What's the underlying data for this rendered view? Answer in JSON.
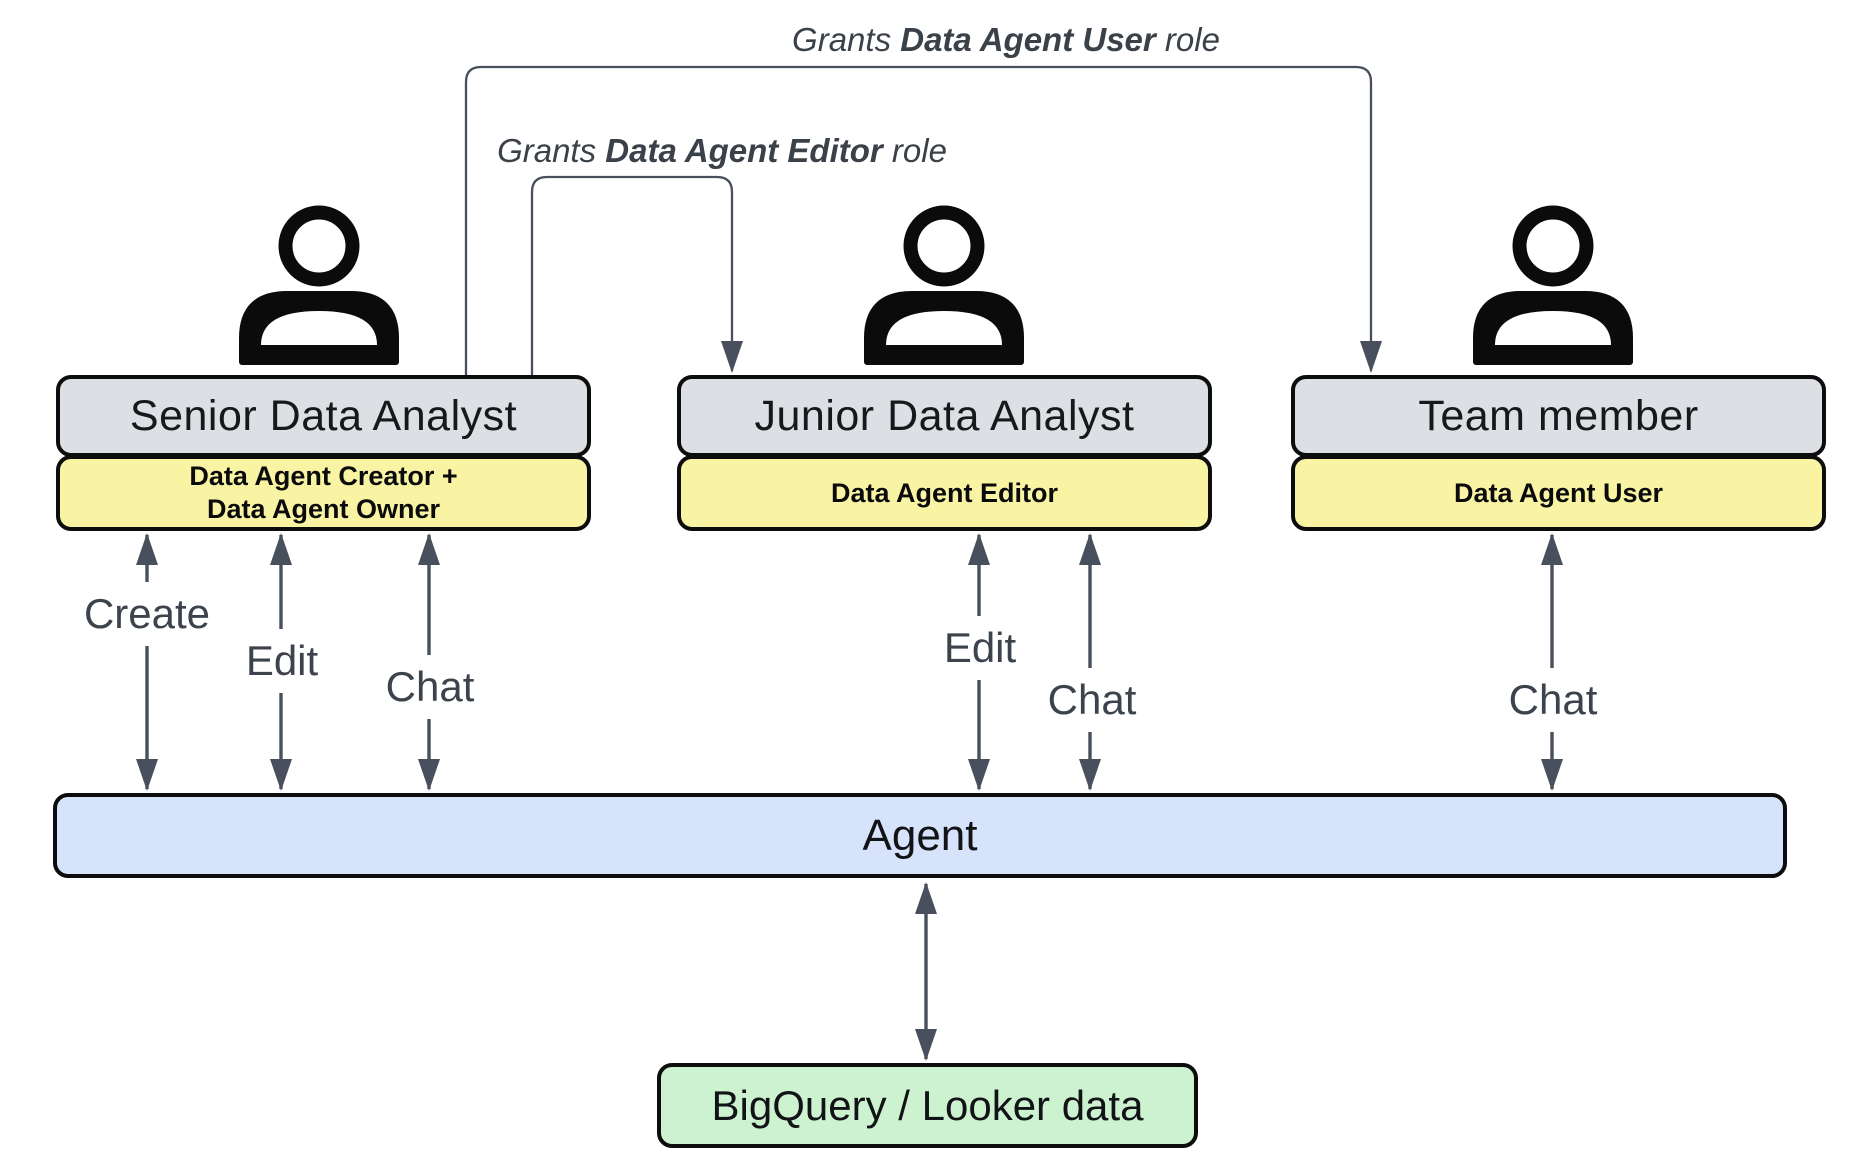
{
  "palette": {
    "box_border": "#0d0d0d",
    "connector": "#47505c",
    "actor_fill": "#dcdfe3",
    "role_fill": "#f9f4a4",
    "agent_fill": "#d7e3fb",
    "data_fill": "#cdf2cf",
    "label_ink": "#3d434d"
  },
  "grants": [
    {
      "prefix": "Grants ",
      "role": "Data Agent User",
      "suffix": " role"
    },
    {
      "prefix": "Grants ",
      "role": "Data Agent Editor",
      "suffix": " role"
    }
  ],
  "actors": [
    {
      "title": "Senior Data Analyst",
      "role_lines": [
        "Data Agent Creator +",
        "Data Agent Owner"
      ],
      "actions": [
        "Create",
        "Edit",
        "Chat"
      ]
    },
    {
      "title": "Junior Data Analyst",
      "role_lines": [
        "Data Agent Editor"
      ],
      "actions": [
        "Edit",
        "Chat"
      ]
    },
    {
      "title": "Team member",
      "role_lines": [
        "Data Agent User"
      ],
      "actions": [
        "Chat"
      ]
    }
  ],
  "agent": {
    "label": "Agent"
  },
  "datasource": {
    "label": "BigQuery / Looker data"
  }
}
